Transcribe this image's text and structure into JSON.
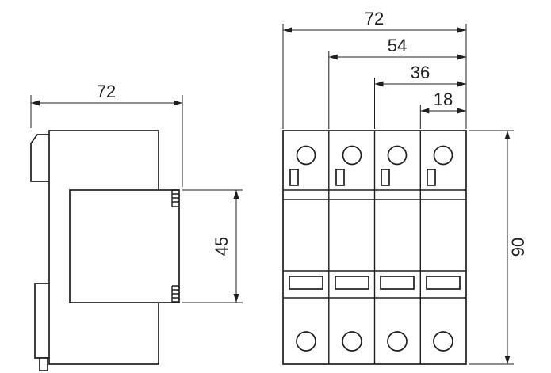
{
  "drawing": {
    "side_view": {
      "width_label": "72",
      "module_height_label": "45"
    },
    "front_view": {
      "overall_width_label": "72",
      "width_3_modules_label": "54",
      "width_2_modules_label": "36",
      "width_1_module_label": "18",
      "height_label": "90"
    }
  },
  "colors": {
    "line": "#1f1f1f",
    "background": "#ffffff"
  }
}
